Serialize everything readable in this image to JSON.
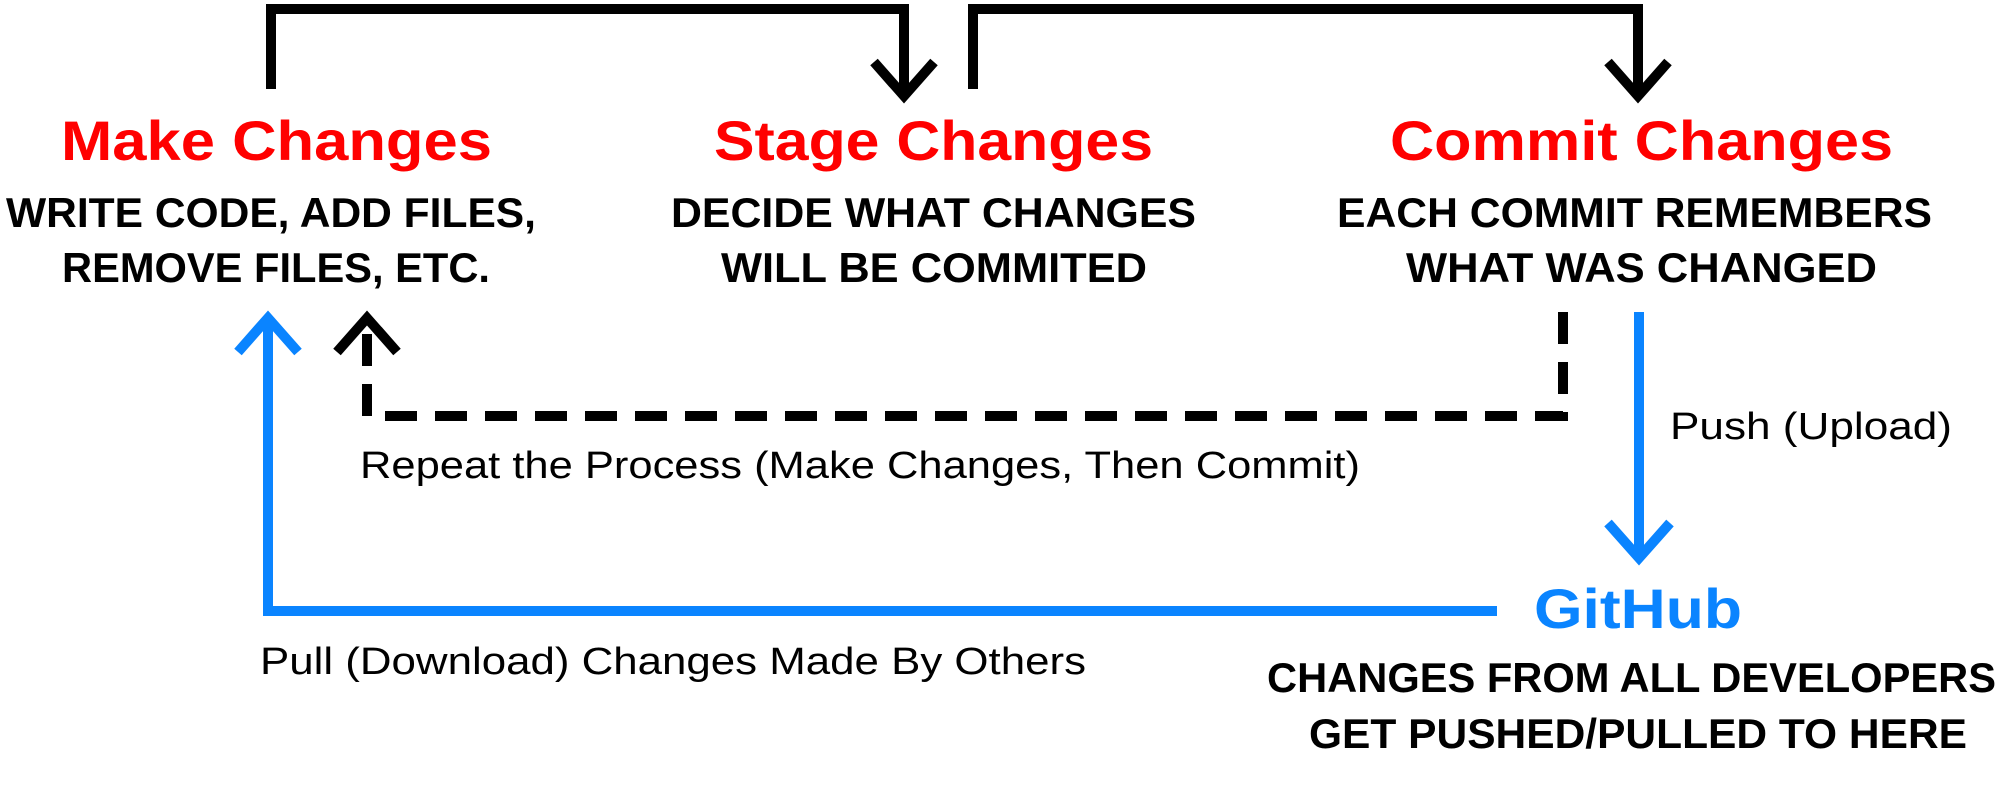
{
  "colors": {
    "heading": "#FF0000",
    "remote": "#0A84FF",
    "line": "#000000"
  },
  "steps": [
    {
      "title": "Make Changes",
      "lines": [
        "WRITE CODE, ADD FILES,",
        "REMOVE FILES, ETC."
      ]
    },
    {
      "title": "Stage Changes",
      "lines": [
        "DECIDE WHAT CHANGES",
        "WILL BE COMMITED"
      ]
    },
    {
      "title": "Commit Changes",
      "lines": [
        "EACH COMMIT REMEMBERS",
        "WHAT WAS CHANGED"
      ]
    }
  ],
  "remote": {
    "title": "GitHub",
    "lines": [
      "CHANGES FROM ALL DEVELOPERS",
      "GET PUSHED/PULLED TO HERE"
    ]
  },
  "labels": {
    "repeat": "Repeat the Process (Make Changes, Then Commit)",
    "push": "Push (Upload)",
    "pull": "Pull (Download) Changes Made By Others"
  }
}
